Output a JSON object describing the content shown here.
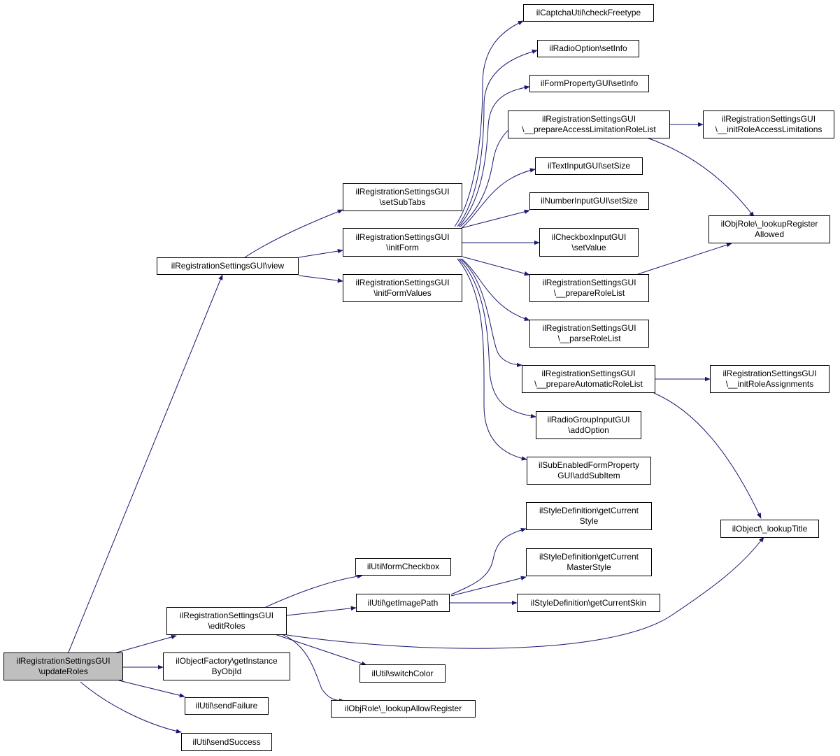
{
  "colors": {
    "edge": "#191970",
    "border": "#000000",
    "root_fill": "#bfbfbf",
    "node_fill": "#ffffff"
  },
  "nodes": {
    "updateRoles": {
      "lines": [
        "ilRegistrationSettingsGUI",
        "\\updateRoles"
      ]
    },
    "view": {
      "lines": [
        "ilRegistrationSettingsGUI\\view"
      ]
    },
    "editRoles": {
      "lines": [
        "ilRegistrationSettingsGUI",
        "\\editRoles"
      ]
    },
    "getInstance": {
      "lines": [
        "ilObjectFactory\\getInstance",
        "ByObjId"
      ]
    },
    "sendFailure": {
      "lines": [
        "ilUtil\\sendFailure"
      ]
    },
    "sendSuccess": {
      "lines": [
        "ilUtil\\sendSuccess"
      ]
    },
    "setSubTabs": {
      "lines": [
        "ilRegistrationSettingsGUI",
        "\\setSubTabs"
      ]
    },
    "initForm": {
      "lines": [
        "ilRegistrationSettingsGUI",
        "\\initForm"
      ]
    },
    "initFormValues": {
      "lines": [
        "ilRegistrationSettingsGUI",
        "\\initFormValues"
      ]
    },
    "formCheckbox": {
      "lines": [
        "ilUtil\\formCheckbox"
      ]
    },
    "getImagePath": {
      "lines": [
        "ilUtil\\getImagePath"
      ]
    },
    "switchColor": {
      "lines": [
        "ilUtil\\switchColor"
      ]
    },
    "lookupAllowRegister": {
      "lines": [
        "ilObjRole\\_lookupAllowRegister"
      ]
    },
    "checkFreetype": {
      "lines": [
        "ilCaptchaUtil\\checkFreetype"
      ]
    },
    "radioSetInfo": {
      "lines": [
        "ilRadioOption\\setInfo"
      ]
    },
    "formPropSetInfo": {
      "lines": [
        "ilFormPropertyGUI\\setInfo"
      ]
    },
    "prepareAccessLimitation": {
      "lines": [
        "ilRegistrationSettingsGUI",
        "\\__prepareAccessLimitationRoleList"
      ]
    },
    "textSetSize": {
      "lines": [
        "ilTextInputGUI\\setSize"
      ]
    },
    "numberSetSize": {
      "lines": [
        "ilNumberInputGUI\\setSize"
      ]
    },
    "checkboxSetValue": {
      "lines": [
        "ilCheckboxInputGUI",
        "\\setValue"
      ]
    },
    "prepareRoleList": {
      "lines": [
        "ilRegistrationSettingsGUI",
        "\\__prepareRoleList"
      ]
    },
    "parseRoleList": {
      "lines": [
        "ilRegistrationSettingsGUI",
        "\\__parseRoleList"
      ]
    },
    "prepareAutomatic": {
      "lines": [
        "ilRegistrationSettingsGUI",
        "\\__prepareAutomaticRoleList"
      ]
    },
    "addOption": {
      "lines": [
        "ilRadioGroupInputGUI",
        "\\addOption"
      ]
    },
    "addSubItem": {
      "lines": [
        "ilSubEnabledFormProperty",
        "GUI\\addSubItem"
      ]
    },
    "currentStyle": {
      "lines": [
        "ilStyleDefinition\\getCurrent",
        "Style"
      ]
    },
    "currentMasterStyle": {
      "lines": [
        "ilStyleDefinition\\getCurrent",
        "MasterStyle"
      ]
    },
    "currentSkin": {
      "lines": [
        "ilStyleDefinition\\getCurrentSkin"
      ]
    },
    "initRoleAccess": {
      "lines": [
        "ilRegistrationSettingsGUI",
        "\\__initRoleAccessLimitations"
      ]
    },
    "lookupRegisterAllowed": {
      "lines": [
        "ilObjRole\\_lookupRegister",
        "Allowed"
      ]
    },
    "initRoleAssignments": {
      "lines": [
        "ilRegistrationSettingsGUI",
        "\\__initRoleAssignments"
      ]
    },
    "lookupTitle": {
      "lines": [
        "ilObject\\_lookupTitle"
      ]
    }
  }
}
